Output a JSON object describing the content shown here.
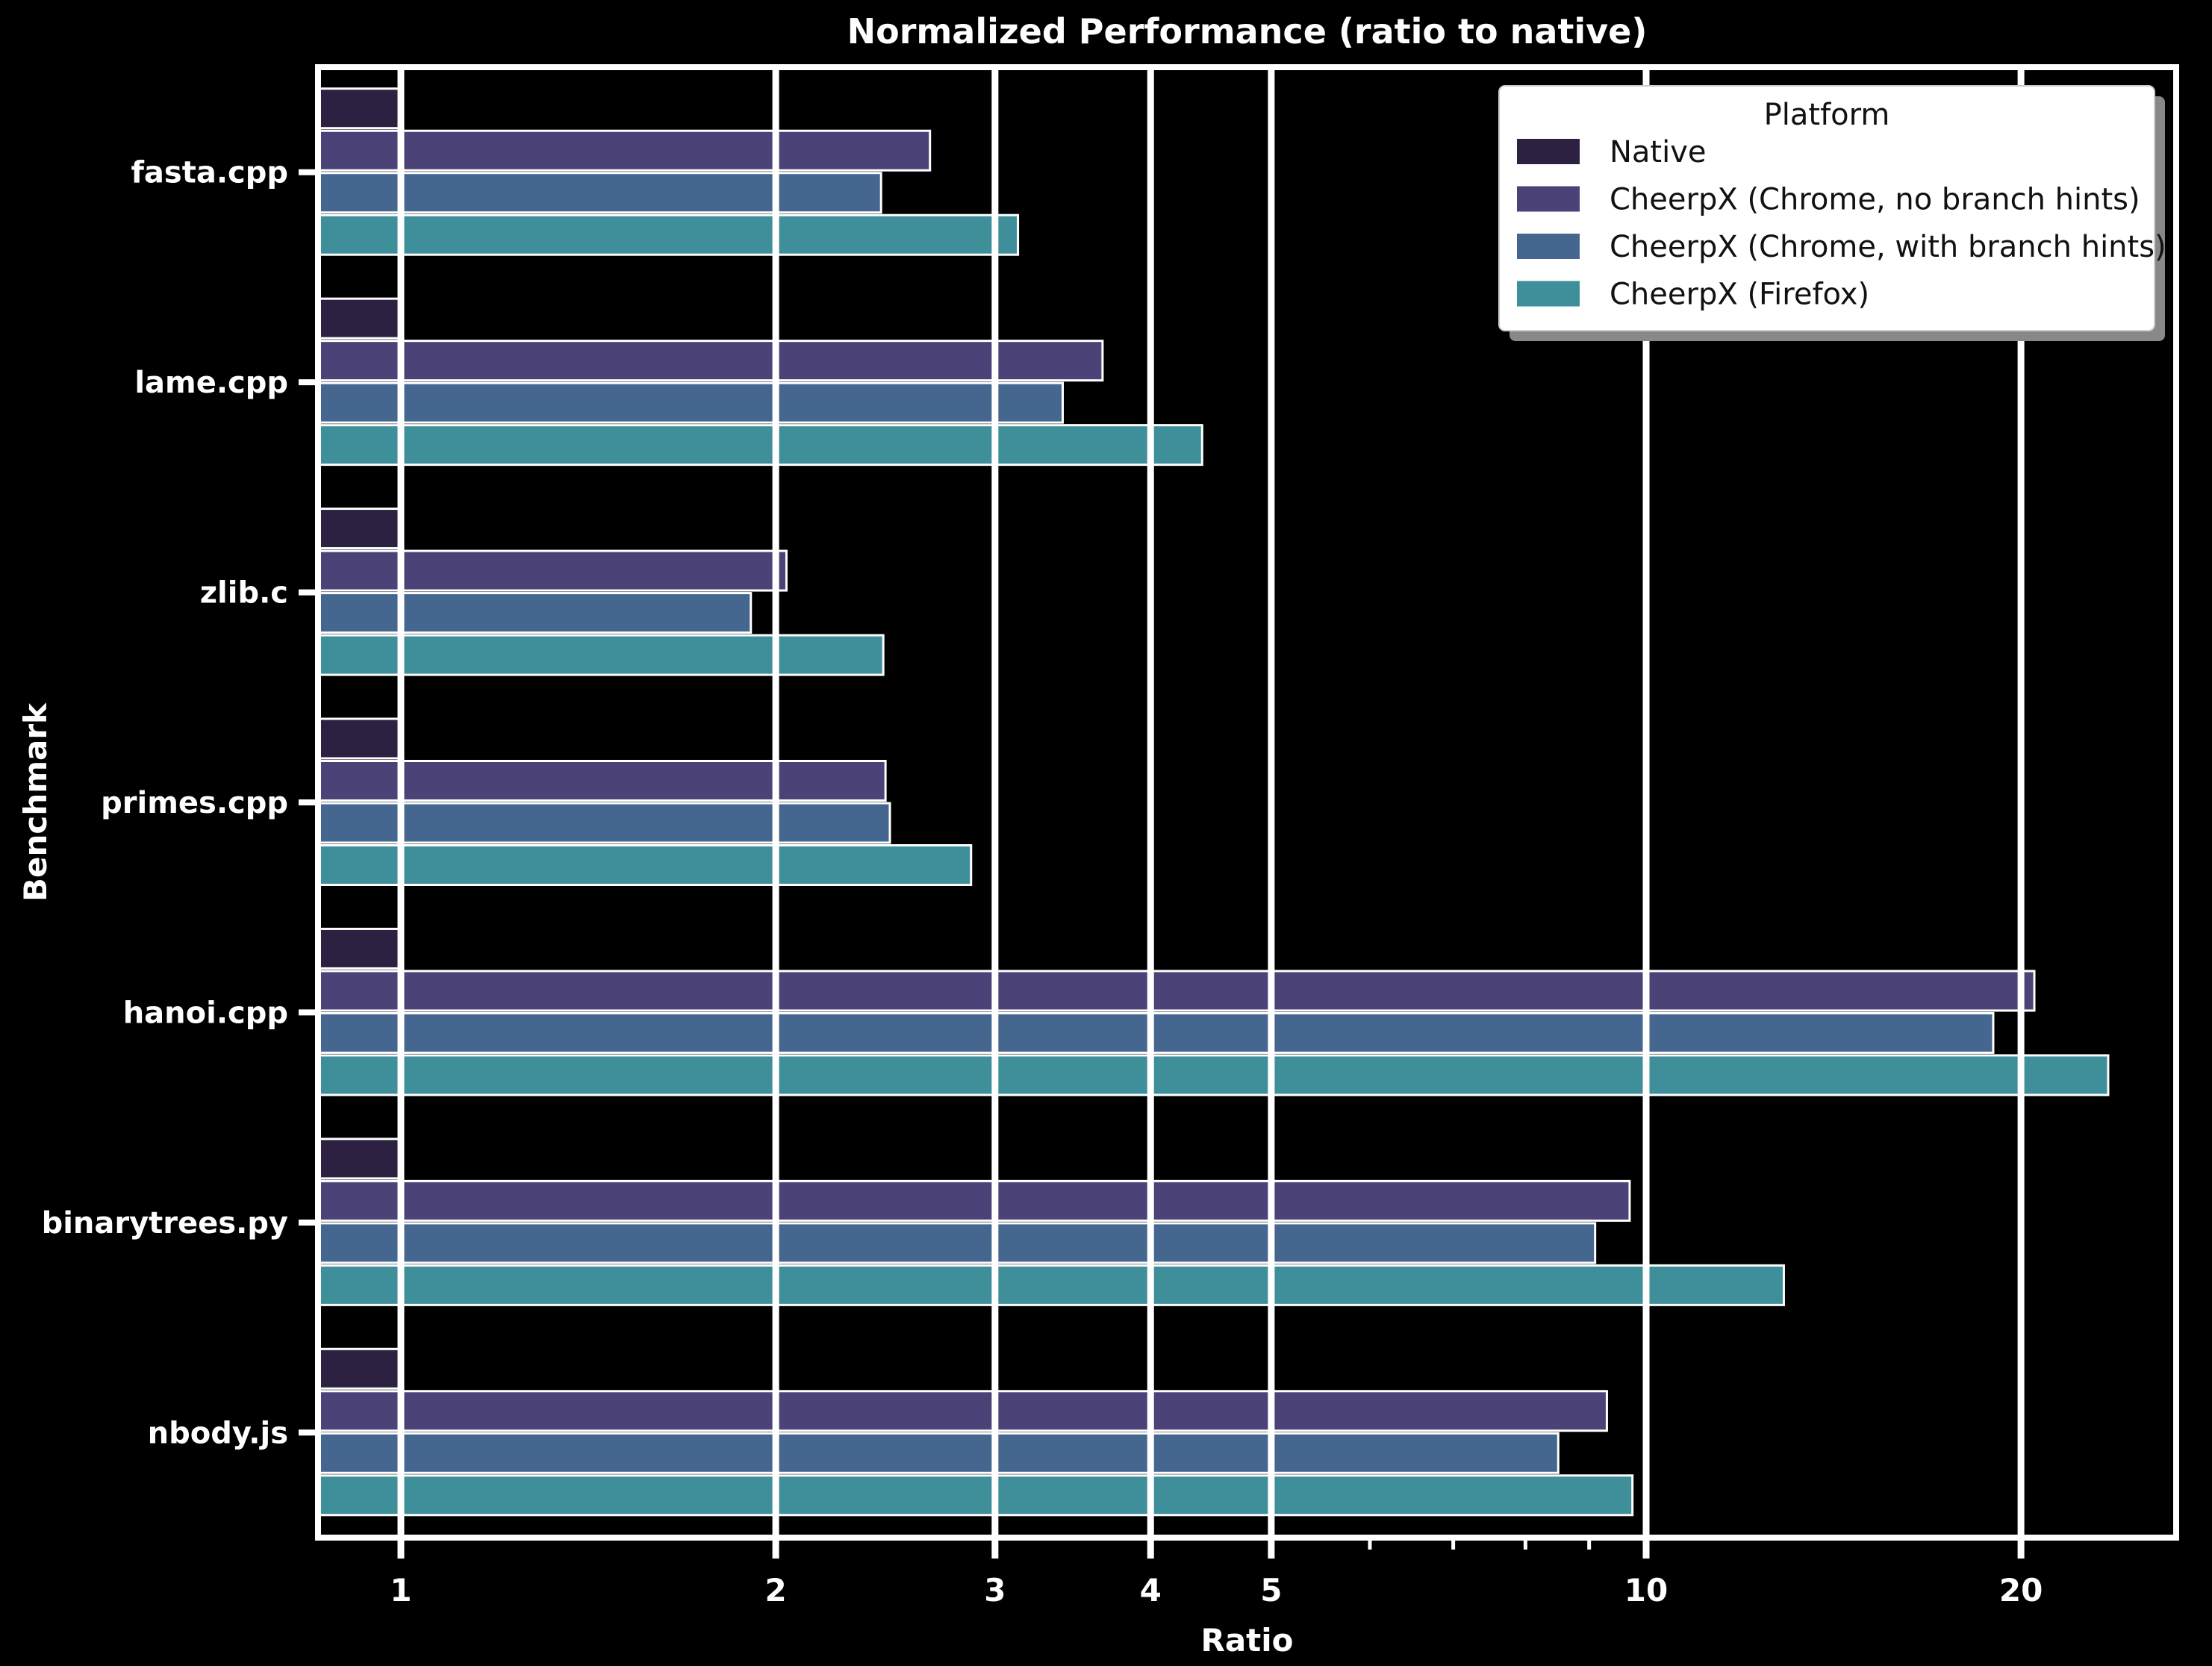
{
  "page": {
    "background": "#000000"
  },
  "chart_data": {
    "type": "bar",
    "orientation": "horizontal",
    "title": "Normalized Performance (ratio to native)",
    "xlabel": "Ratio",
    "ylabel": "Benchmark",
    "x_scale": "log",
    "xlim": [
      0.86,
      26.6
    ],
    "xticks": [
      1,
      2,
      3,
      4,
      5,
      10,
      20
    ],
    "minor_xticks": [
      6,
      7,
      8,
      9
    ],
    "grid": {
      "axis": "x",
      "color": "#ffffff",
      "on_major_ticks": true
    },
    "text_color": "#ffffff",
    "bar_edge_color": "#ffffff",
    "plot_background": "#000000",
    "categories": [
      "fasta.cpp",
      "lame.cpp",
      "zlib.c",
      "primes.cpp",
      "hanoi.cpp",
      "binarytrees.py",
      "nbody.js"
    ],
    "series": [
      {
        "name": "Native",
        "color": "#2d2142",
        "values": [
          1.0,
          1.0,
          1.0,
          1.0,
          1.0,
          1.0,
          1.0
        ]
      },
      {
        "name": "CheerpX (Chrome, no branch hints)",
        "color": "#4b4377",
        "values": [
          2.66,
          3.66,
          2.04,
          2.45,
          20.5,
          9.7,
          9.3
        ]
      },
      {
        "name": "CheerpX (Chrome, with branch hints)",
        "color": "#45678f",
        "values": [
          2.43,
          3.4,
          1.91,
          2.47,
          19.0,
          9.1,
          8.5
        ]
      },
      {
        "name": "CheerpX (Firefox)",
        "color": "#3e8f9a",
        "values": [
          3.13,
          4.4,
          2.44,
          2.87,
          23.5,
          12.9,
          9.75
        ]
      }
    ],
    "legend": {
      "title": "Platform",
      "position": "upper-right",
      "background": "#ffffff",
      "border_color": "#cccccc",
      "shadow_color": "#888888",
      "text_color": "#111111",
      "entries": [
        "Native",
        "CheerpX (Chrome, no branch hints)",
        "CheerpX (Chrome, with branch hints)",
        "CheerpX (Firefox)"
      ]
    }
  }
}
